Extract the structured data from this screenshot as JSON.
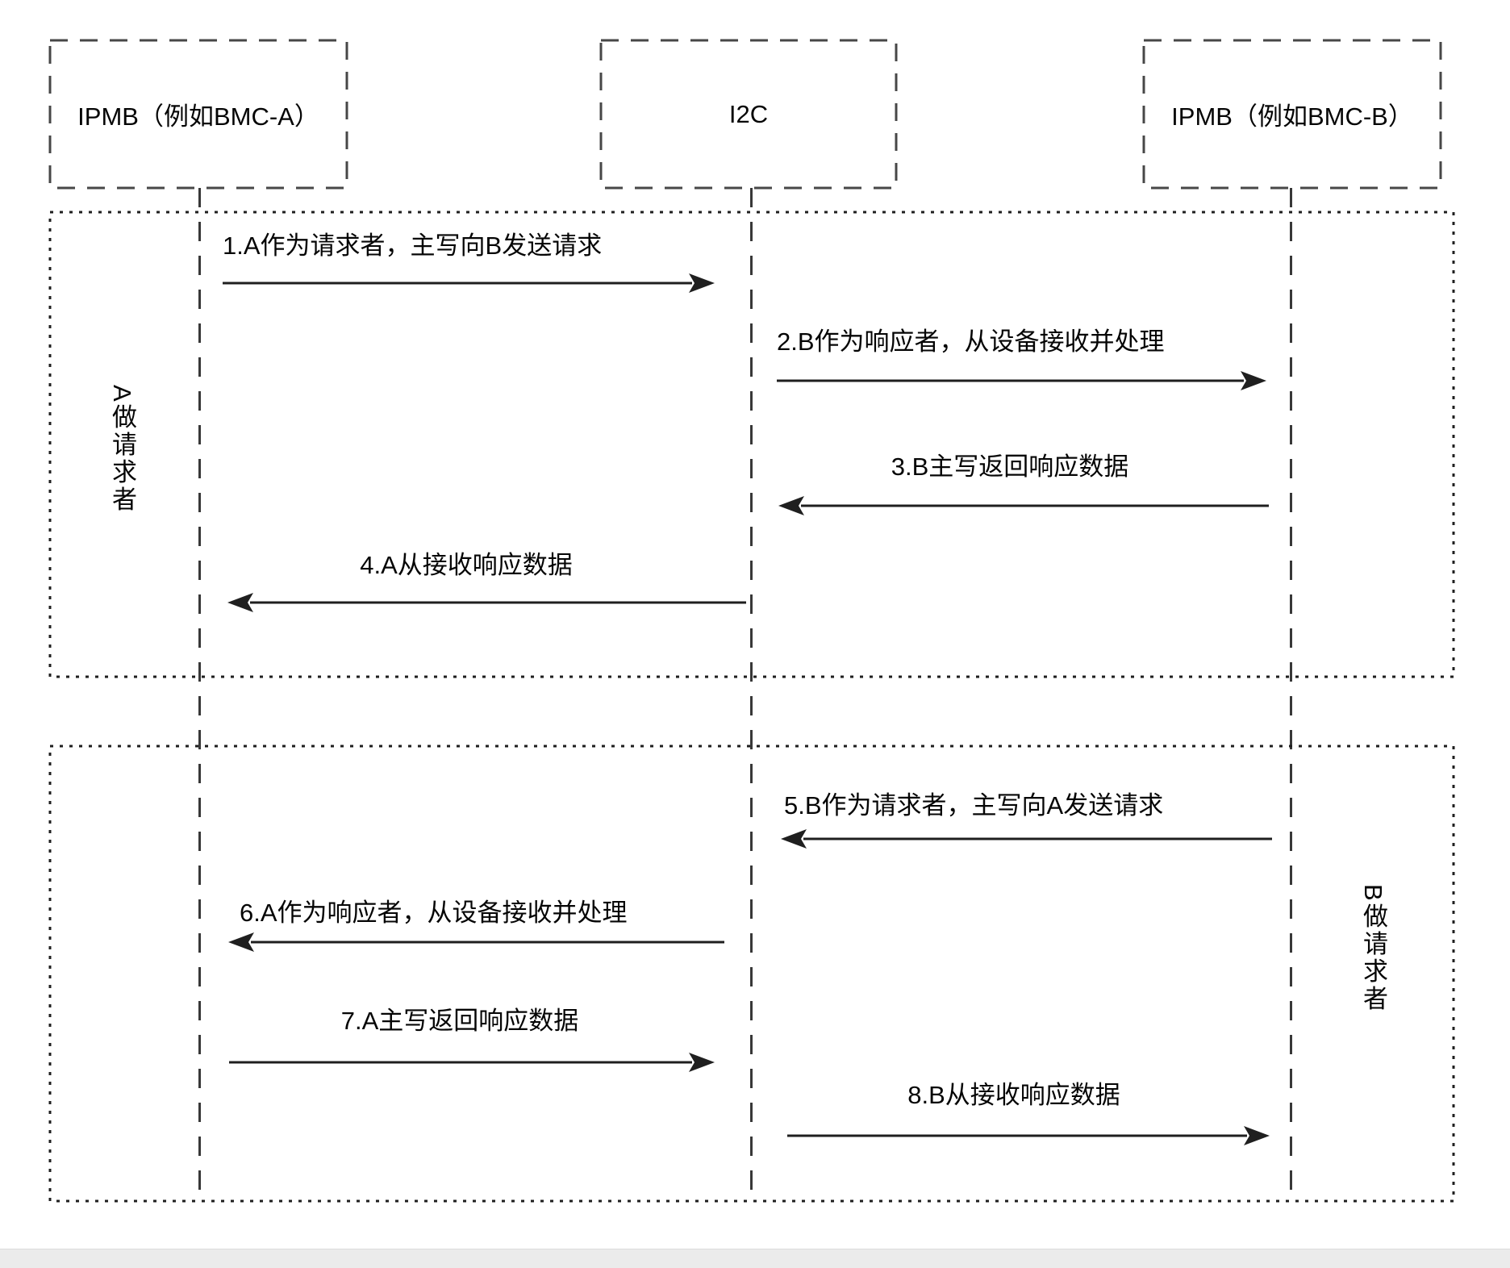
{
  "diagram": {
    "actors": [
      {
        "id": "ipmb-a",
        "label": "IPMB（例如BMC-A）"
      },
      {
        "id": "i2c",
        "label": "I2C"
      },
      {
        "id": "ipmb-b",
        "label": "IPMB（例如BMC-B）"
      }
    ],
    "groups": [
      {
        "id": "a-as-requester",
        "label": "A做请求者",
        "label_side": "left"
      },
      {
        "id": "b-as-requester",
        "label": "B做请求者",
        "label_side": "right"
      }
    ],
    "messages": [
      {
        "num": "1",
        "label": "1.A作为请求者，主写向B发送请求",
        "from": "ipmb-a",
        "to": "i2c",
        "direction": "right"
      },
      {
        "num": "2",
        "label": "2.B作为响应者，从设备接收并处理",
        "from": "i2c",
        "to": "ipmb-b",
        "direction": "right"
      },
      {
        "num": "3",
        "label": "3.B主写返回响应数据",
        "from": "ipmb-b",
        "to": "i2c",
        "direction": "left"
      },
      {
        "num": "4",
        "label": "4.A从接收响应数据",
        "from": "i2c",
        "to": "ipmb-a",
        "direction": "left"
      },
      {
        "num": "5",
        "label": "5.B作为请求者，主写向A发送请求",
        "from": "ipmb-b",
        "to": "i2c",
        "direction": "left"
      },
      {
        "num": "6",
        "label": "6.A作为响应者，从设备接收并处理",
        "from": "i2c",
        "to": "ipmb-a",
        "direction": "left"
      },
      {
        "num": "7",
        "label": "7.A主写返回响应数据",
        "from": "ipmb-a",
        "to": "i2c",
        "direction": "right"
      },
      {
        "num": "8",
        "label": "8.B从接收响应数据",
        "from": "i2c",
        "to": "ipmb-b",
        "direction": "right"
      }
    ],
    "colors": {
      "text": "#050505",
      "arrow_line": "#1f1f1f",
      "actor_box_border": "#474747",
      "group_box_border": "#1f1f1f",
      "lifeline": "#383838",
      "background": "#ffffff",
      "footer_strip": "#ebebeb"
    }
  }
}
